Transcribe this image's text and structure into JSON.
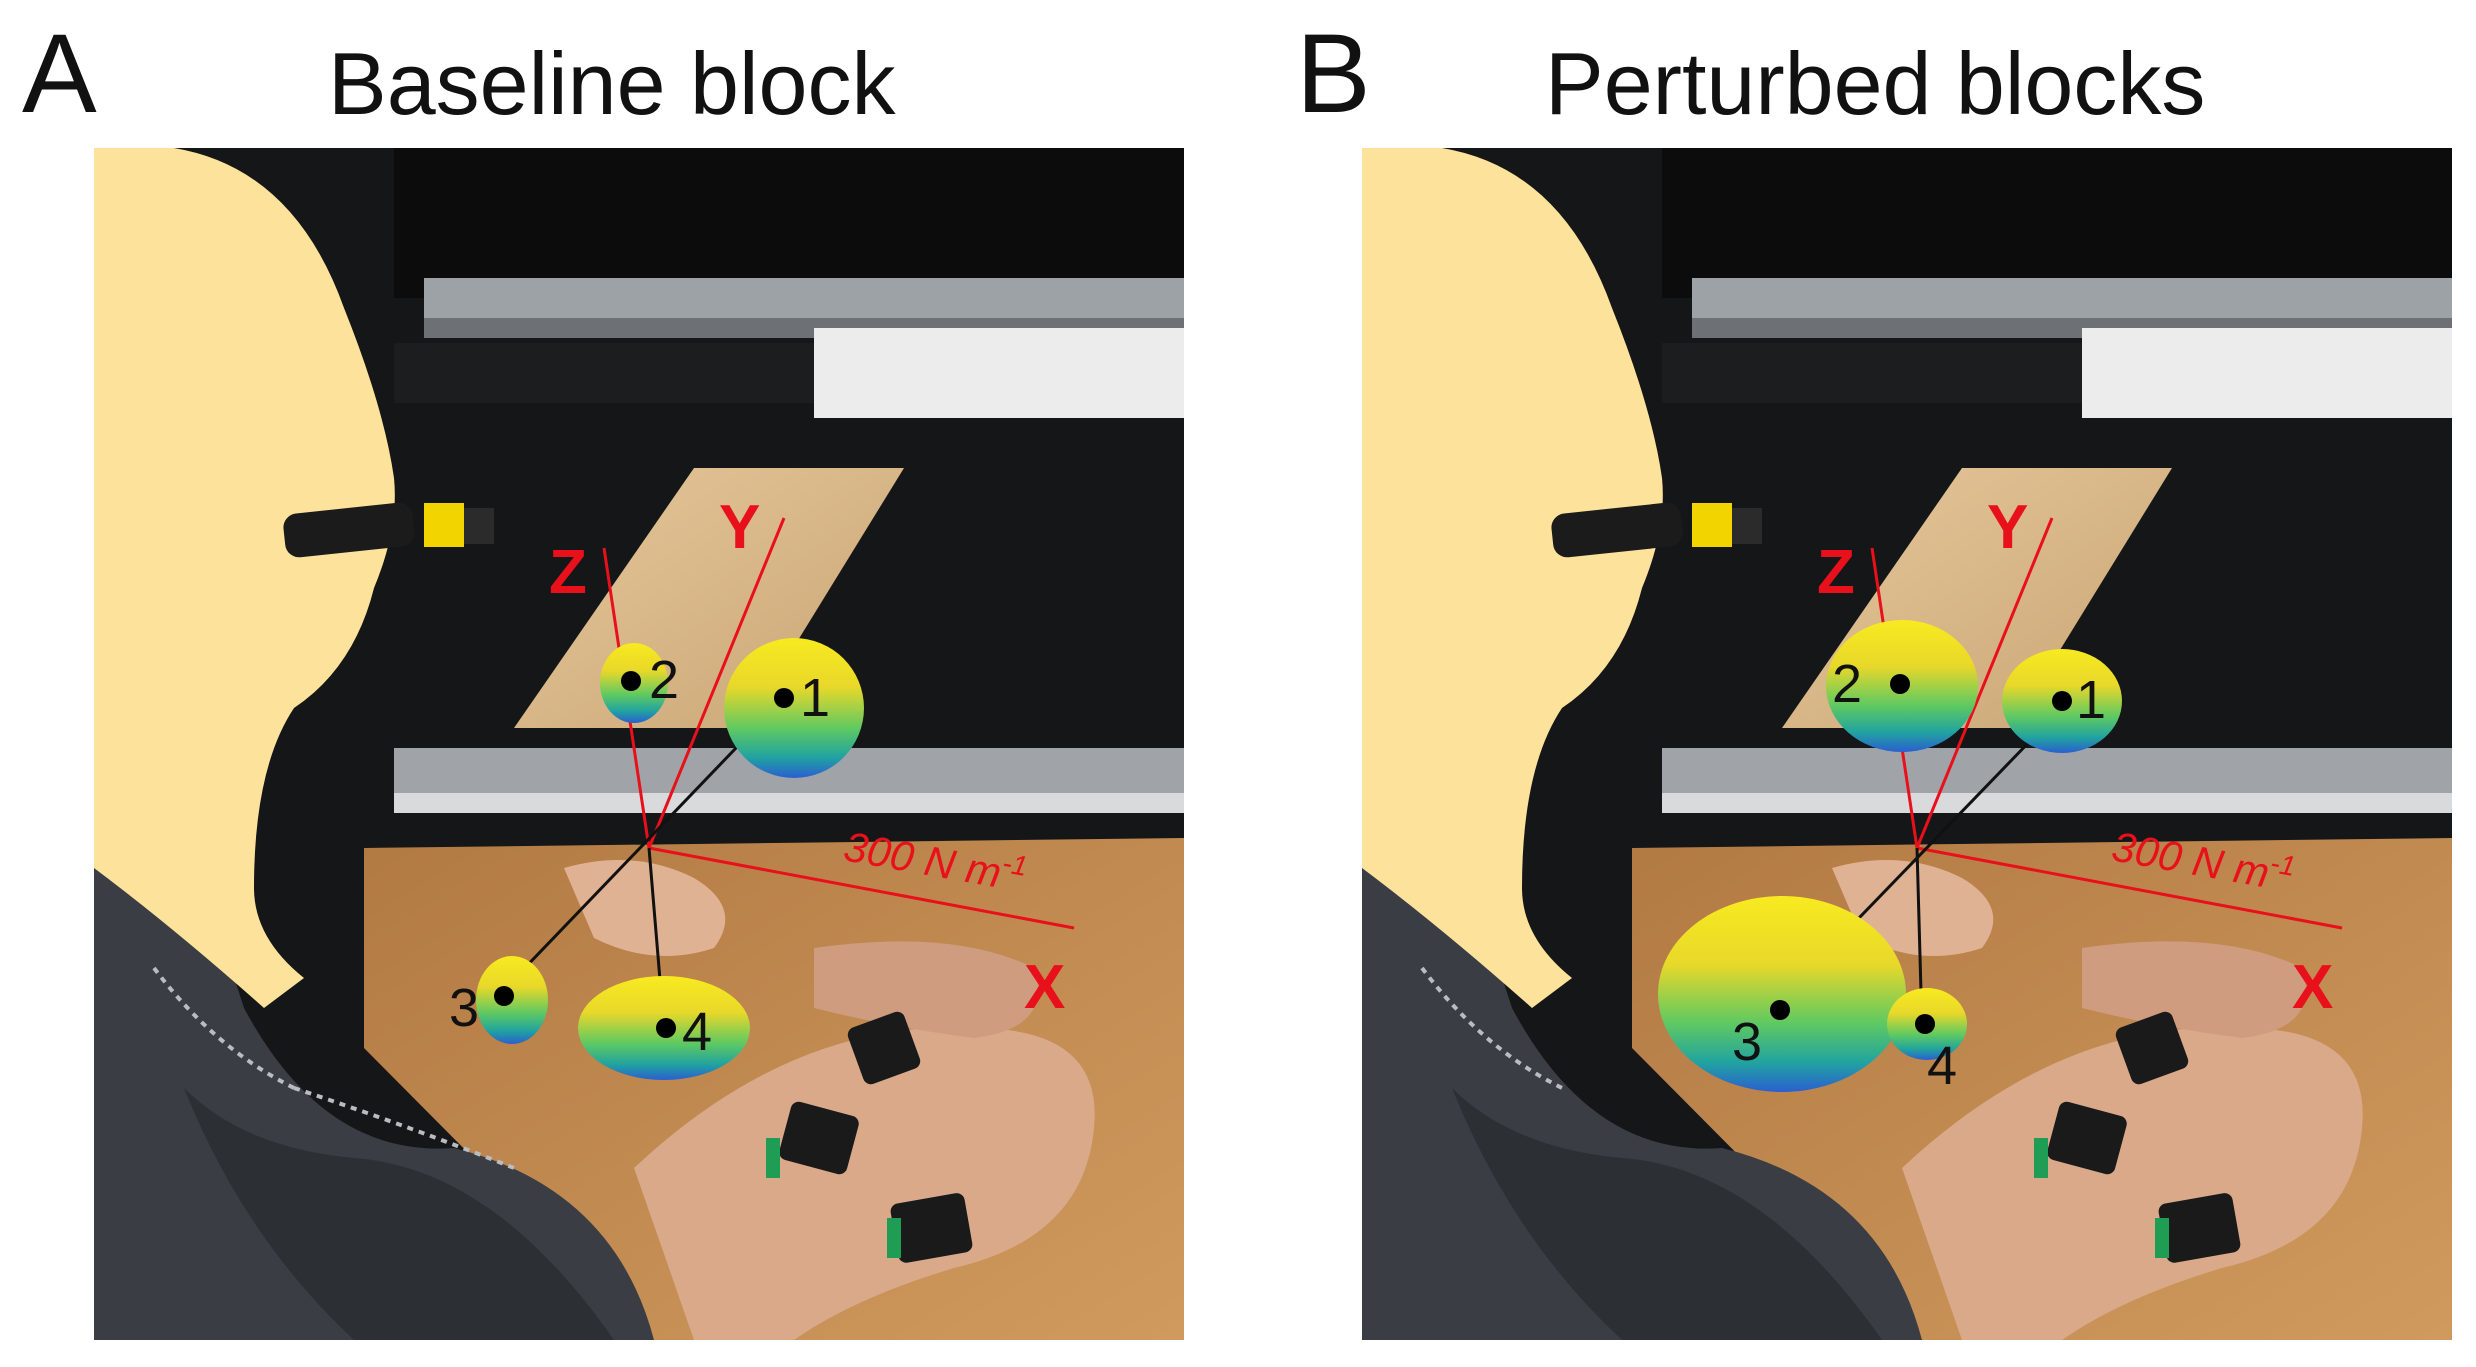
{
  "panels": [
    {
      "letter": "A",
      "title": "Baseline block",
      "axes": {
        "x": "X",
        "y": "Y",
        "z": "Z"
      },
      "scale_label": "300 N m",
      "scale_exponent": "-1",
      "ellipsoids": [
        {
          "label": "1",
          "relative_size": "large"
        },
        {
          "label": "2",
          "relative_size": "small"
        },
        {
          "label": "3",
          "relative_size": "small"
        },
        {
          "label": "4",
          "relative_size": "large-flat"
        }
      ]
    },
    {
      "letter": "B",
      "title": "Perturbed blocks",
      "axes": {
        "x": "X",
        "y": "Y",
        "z": "Z"
      },
      "scale_label": "300 N m",
      "scale_exponent": "-1",
      "ellipsoids": [
        {
          "label": "1",
          "relative_size": "medium"
        },
        {
          "label": "2",
          "relative_size": "large"
        },
        {
          "label": "3",
          "relative_size": "very-large"
        },
        {
          "label": "4",
          "relative_size": "small"
        }
      ]
    }
  ],
  "colors": {
    "head": "#fde29b",
    "axis_red": "#e8101a",
    "ellipsoid_top": "#f4e51f",
    "ellipsoid_mid": "#5ec962",
    "ellipsoid_bottom": "#2a6fd6",
    "seat": "#3b3f45",
    "desk": "#c08a4f",
    "skin": "#d9a98a",
    "frame_black": "#111214"
  }
}
